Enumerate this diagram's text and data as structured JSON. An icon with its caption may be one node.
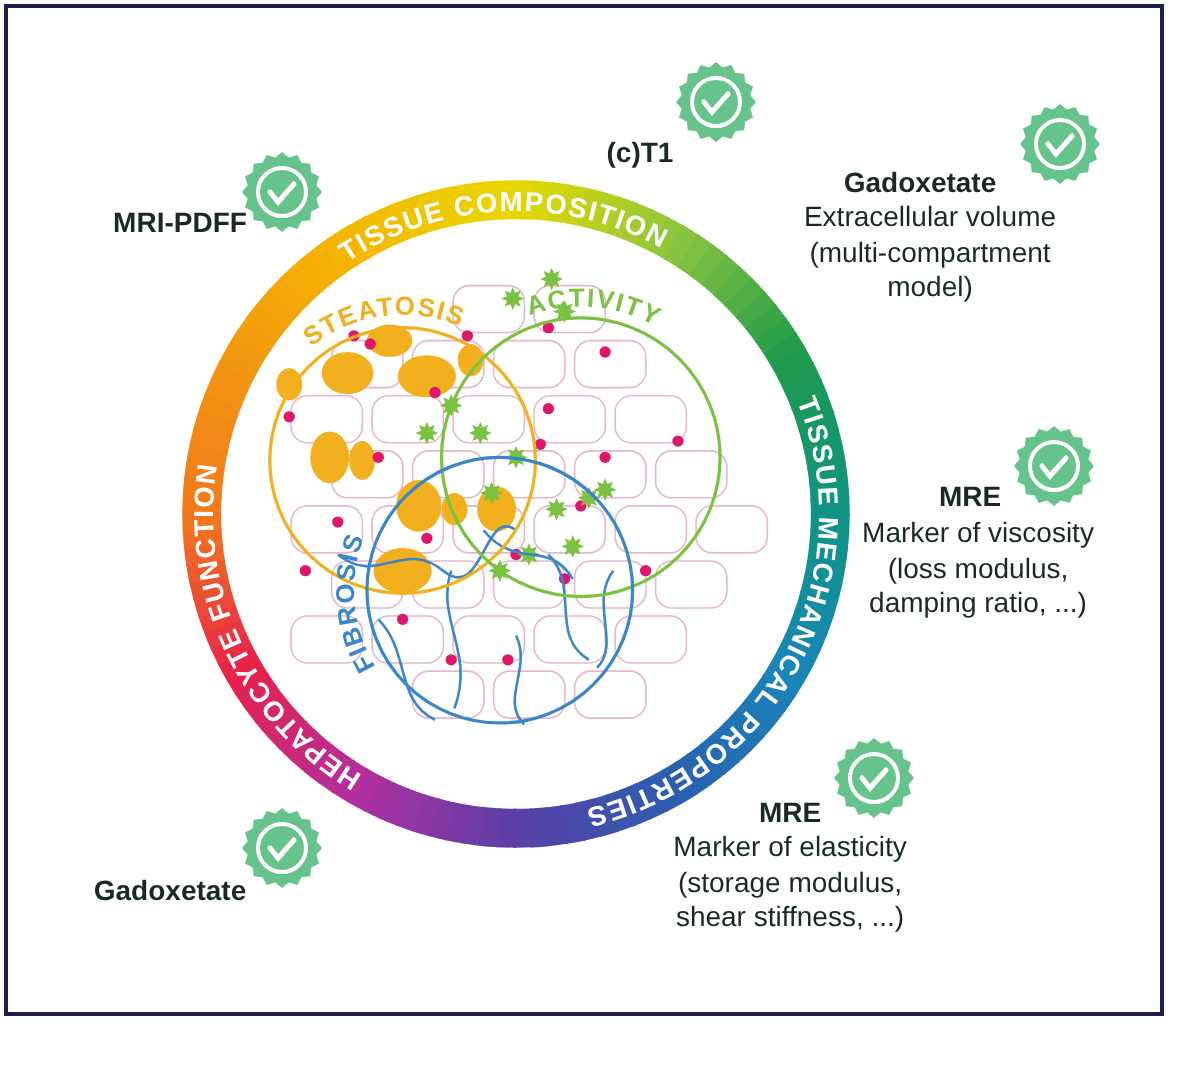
{
  "diagram": {
    "labels": [
      "(c)T1",
      "MRI-PDFF",
      "Gadoxetate",
      "Extracellular volume (multi-compartment model)",
      "TISSUE COMPOSITION",
      "STEATOSIS",
      "ACTIVITY",
      "TISSUE MECHANICAL PROPERTIES",
      "MRE",
      "Marker of viscosity (loss modulus, damping ratio, ...)",
      "FIBROSIS",
      "HEPATOCYTE FUNCTION",
      "MRE",
      "Marker of elasticity (storage modulus, shear stiffness, ...)",
      "Gadoxetate"
    ]
  }
}
